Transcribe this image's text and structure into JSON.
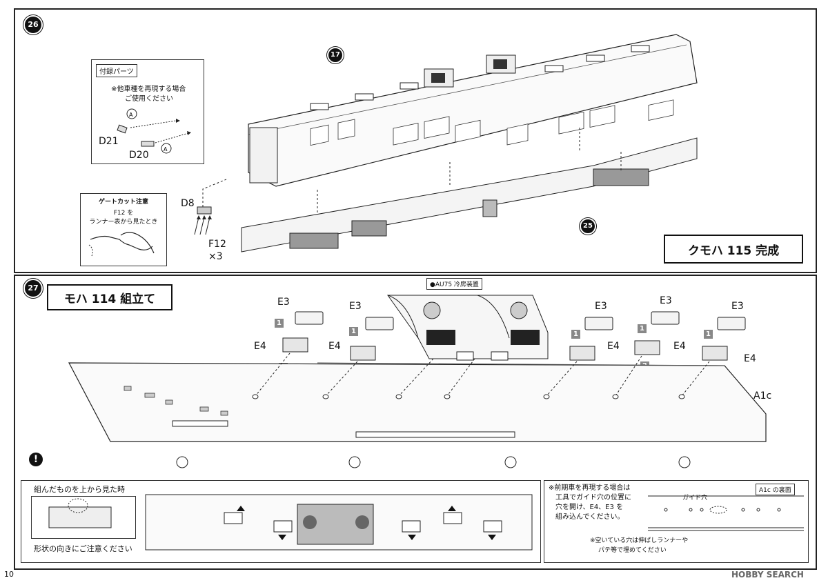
{
  "page_number": "10",
  "watermark": "HOBBY SEARCH",
  "step26": {
    "number": "26",
    "callout_17": "17",
    "callout_25": "25",
    "complete_label": "クモハ 115 完成",
    "extras_box": {
      "title": "付録パーツ",
      "note_line1": "※他車種を再現する場合",
      "note_line2": "ご使用ください",
      "part_d21": "D21",
      "part_d20": "D20"
    },
    "gate_box": {
      "title": "ゲートカット注意",
      "line1": "F12 を",
      "line2": "ランナー表から見たとき"
    },
    "part_d8": "D8",
    "part_f12": "F12",
    "qty_f12": "×3"
  },
  "step27": {
    "number": "27",
    "title": "モハ 114 組立て",
    "au75_label": "●AU75 冷房装置",
    "e3": "E3",
    "e4": "E4",
    "a1c": "A1c",
    "sub_step_1": "1",
    "sub_step_2": "2",
    "bottom_left": {
      "title": "組んだものを上から見た時",
      "caption": "形状の向きにご注意ください"
    },
    "bottom_right": {
      "note_line1": "※前期車を再現する場合は",
      "note_line2": "工具でガイド穴の位置に",
      "note_line3": "穴を開け、E4、E3 を",
      "note_line4": "組み込んでください。",
      "tag": "A1c の裏面",
      "guide_hole": "ガイド穴",
      "fill_note_line1": "※空いている穴は伸ばしランナーや",
      "fill_note_line2": "パテ等で埋めてください"
    }
  }
}
